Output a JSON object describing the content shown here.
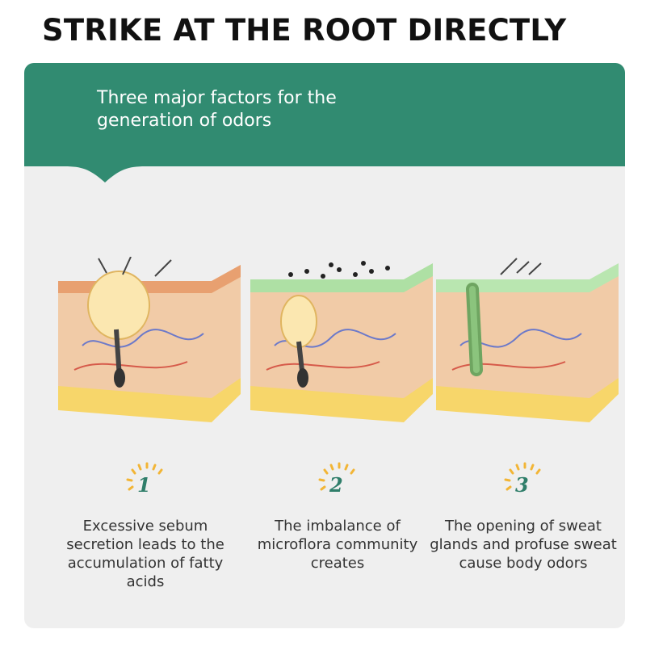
{
  "header": {
    "title": "STRIKE AT THE ROOT DIRECTLY"
  },
  "banner": {
    "subtitle": "Three major factors for the generation of odors",
    "color": "#318b71"
  },
  "factors": [
    {
      "number": "1",
      "text": "Excessive sebum secretion leads to the accumulation of fatty acids",
      "icon": "skin-sebum-gland-illustration"
    },
    {
      "number": "2",
      "text": "The imbalance of microflora community creates",
      "icon": "skin-microflora-illustration"
    },
    {
      "number": "3",
      "text": "The opening of sweat glands and profuse sweat cause body odors",
      "icon": "skin-sweat-gland-illustration"
    }
  ],
  "colors": {
    "accent": "#2f7e6a",
    "sunburst": "#f2b536",
    "card_bg": "#efefef",
    "skin": "#f3c7a2",
    "fat_layer": "#f7d66a"
  }
}
